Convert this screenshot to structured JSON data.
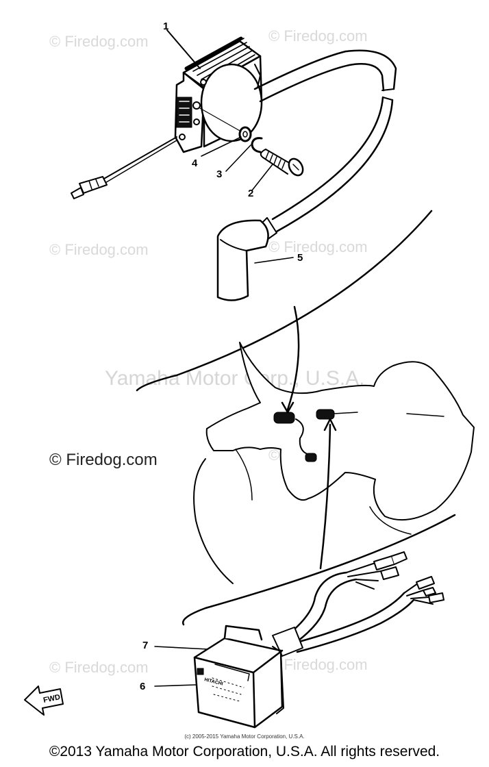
{
  "watermarks": {
    "site": "© Firedog.com",
    "brand": "Yamaha Motor Corp., U.S.A."
  },
  "parts": [
    {
      "number": "1"
    },
    {
      "number": "2"
    },
    {
      "number": "3"
    },
    {
      "number": "4"
    },
    {
      "number": "5"
    },
    {
      "number": "6"
    },
    {
      "number": "7"
    }
  ],
  "fwd_label": "FWD",
  "unit_brand": "HITACHI",
  "small_copyright": "(c) 2005-2015 Yamaha Motor Corporation, U.S.A.",
  "footer_copyright": "©2013 Yamaha Motor Corporation, U.S.A. All rights reserved."
}
